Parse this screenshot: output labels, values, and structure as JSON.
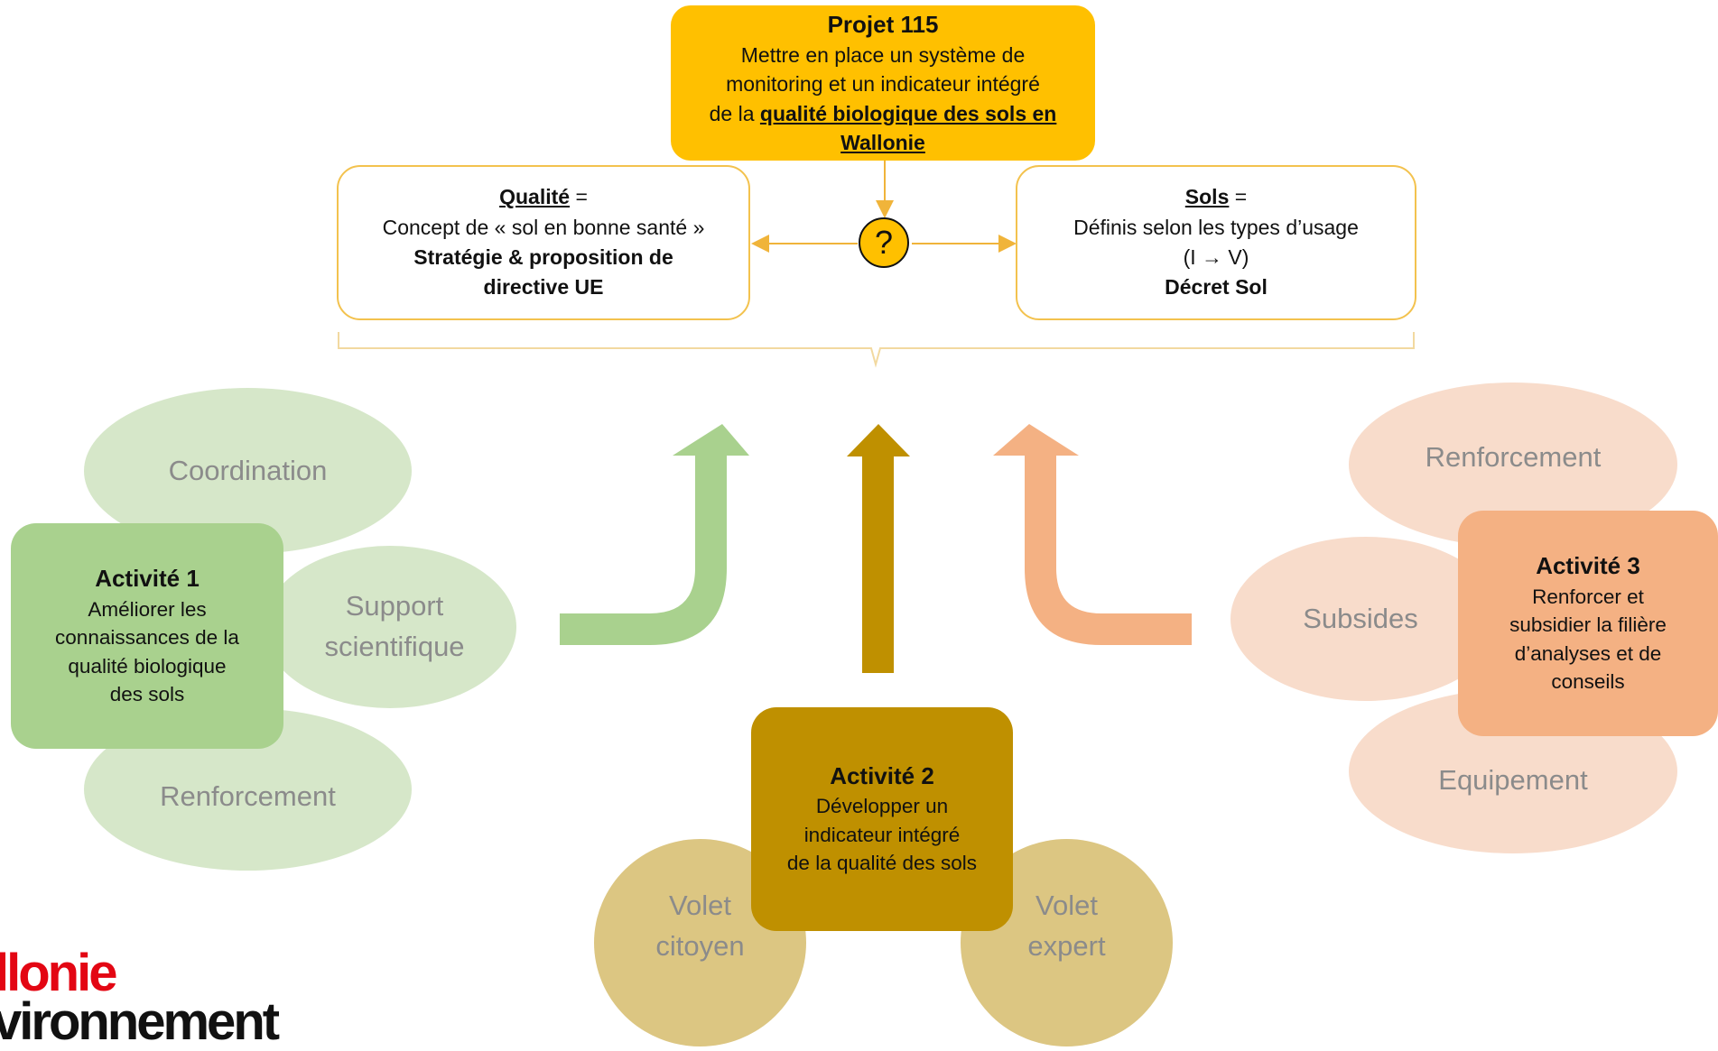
{
  "top": {
    "title": "Projet 115",
    "line1": "Mettre en place un système de",
    "line2": "monitoring et un indicateur intégré",
    "line3_prefix": "de la ",
    "line3_link": "qualité biologique des sols en",
    "line4_link": "Wallonie"
  },
  "quality_box": {
    "head_underlined": "Qualité",
    "head_suffix": " =",
    "line1": "Concept de « sol en bonne santé »",
    "line2": "Stratégie & proposition de",
    "line3": "directive UE"
  },
  "soils_box": {
    "head_underlined": "Sols",
    "head_suffix": " =",
    "line1": "Définis selon les types d’usage",
    "line2": "(I → V)",
    "line3": "Décret Sol"
  },
  "question_mark": "?",
  "activity1": {
    "title": "Activité 1",
    "lines": [
      "Améliorer les",
      "connaissances de la",
      "qualité biologique",
      "des sols"
    ],
    "bubbles": [
      "Coordination",
      "Support scientifique",
      "Renforcement"
    ],
    "support_lines": [
      "Support",
      "scientifique"
    ]
  },
  "activity2": {
    "title": "Activité 2",
    "lines": [
      "Développer un",
      "indicateur intégré",
      "de la qualité des sols"
    ],
    "bubbles": {
      "left": [
        "Volet",
        "citoyen"
      ],
      "right": [
        "Volet",
        "expert"
      ]
    }
  },
  "activity3": {
    "title": "Activité 3",
    "lines": [
      "Renforcer et",
      "subsidier la filière",
      "d’analyses et de",
      "conseils"
    ],
    "bubbles": [
      "Renforcement",
      "Subsides",
      "Equipement"
    ]
  },
  "logo": {
    "line1": "llonie",
    "line2": "vironnement"
  },
  "colors": {
    "gold": "#ffc000",
    "gold_dark": "#bf9000",
    "green": "#a9d18e",
    "green_light": "#d6e7c9",
    "orange": "#f4b183",
    "orange_light": "#f8dccb",
    "box_border": "#f3c24e",
    "logo_red": "#e30613"
  }
}
